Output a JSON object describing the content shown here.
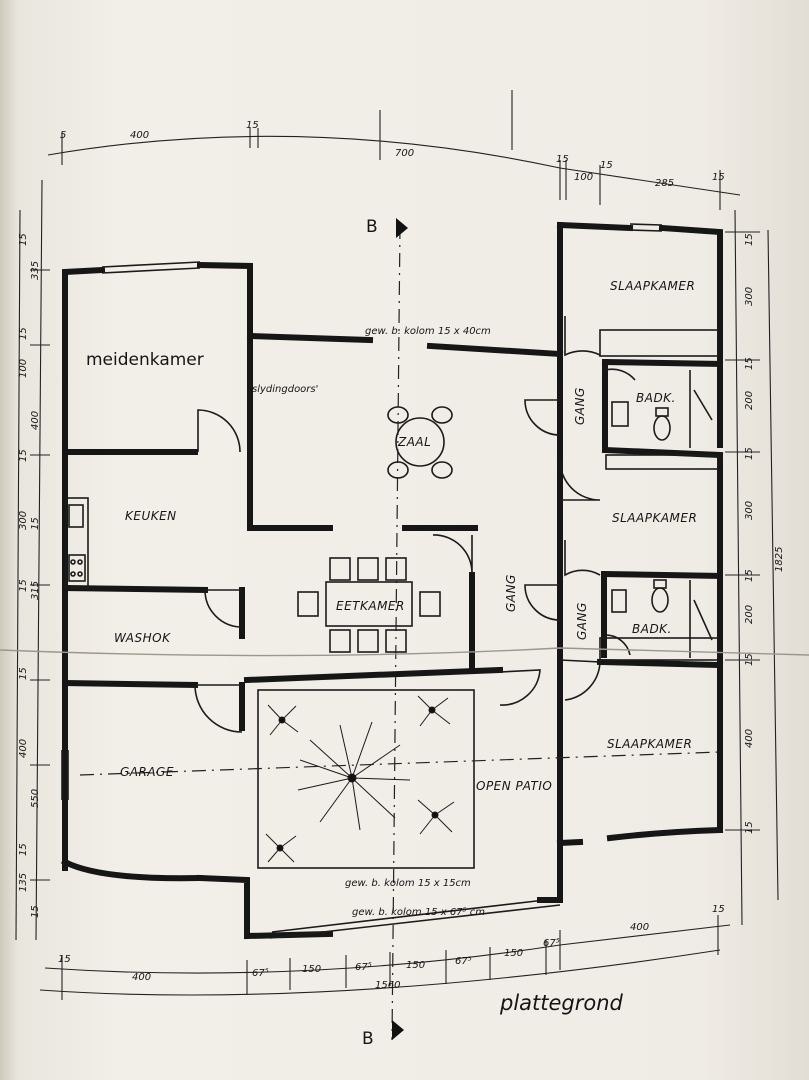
{
  "rooms": {
    "meidenkamer": "meidenkamer",
    "keuken": "KEUKEN",
    "washok": "WASHOK",
    "garage": "GARAGE",
    "zaal": "ZAAL",
    "eetkamer": "EETKAMER",
    "open_patio": "OPEN PATIO",
    "slaapkamer_1": "SLAAPKAMER",
    "slaapkamer_2": "SLAAPKAMER",
    "slaapkamer_3": "SLAAPKAMER",
    "badk_1": "BADK.",
    "badk_2": "BADK.",
    "gang_1": "GANG",
    "gang_2": "GANG",
    "gang_3": "GANG"
  },
  "notes": {
    "slydingdoors": "slydingdoors'",
    "kolom_top": "gew. b. kolom 15 x 40cm",
    "kolom_patio": "gew. b. kolom 15 x 15cm",
    "kolom_bottom": "gew. b. kolom 15 x 67⁵ cm"
  },
  "section_marker": "B",
  "caption": "plattegrond",
  "dimensions": {
    "top": [
      "5",
      "400",
      "15",
      "700",
      "15",
      "15",
      "100",
      "285",
      "15"
    ],
    "bottom": [
      "15",
      "400",
      "67⁵",
      "150",
      "67⁵",
      "150",
      "67⁵",
      "150",
      "67⁵",
      "400",
      "15"
    ],
    "bottom_total": "1560",
    "left": [
      "15",
      "335",
      "15",
      "100",
      "400",
      "15",
      "300",
      "15",
      "315",
      "15",
      "15",
      "400",
      "550",
      "15",
      "135",
      "15"
    ],
    "right": [
      "15",
      "300",
      "15",
      "200",
      "15",
      "300",
      "15",
      "200",
      "15",
      "400",
      "15"
    ],
    "right_total": "1825"
  }
}
